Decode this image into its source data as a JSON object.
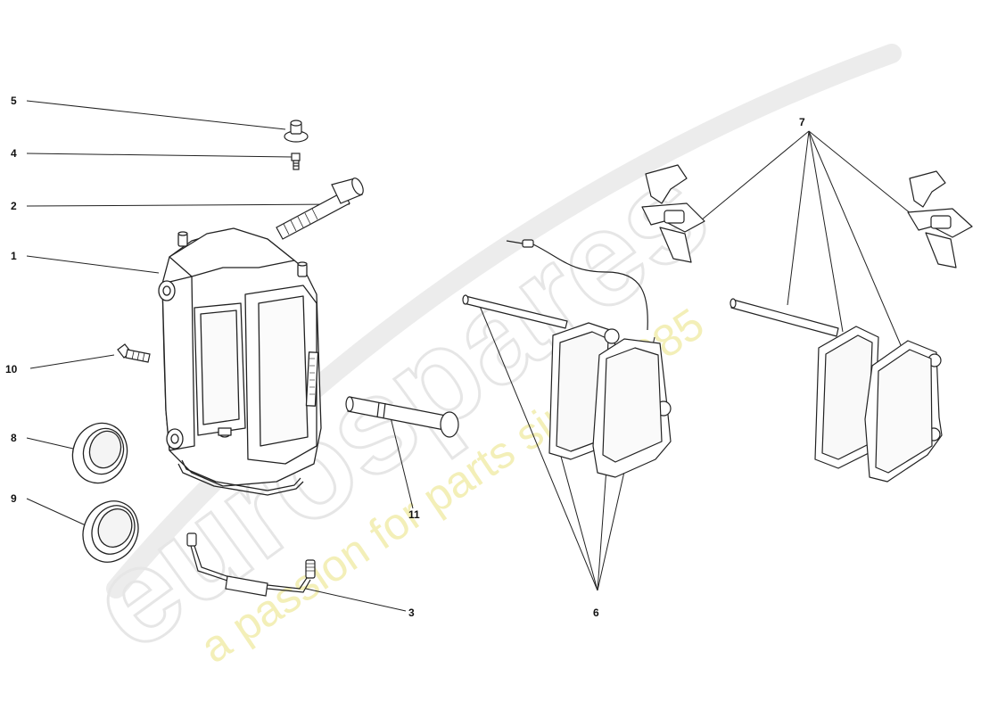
{
  "watermark": {
    "brand": "eurospares",
    "tagline": "a passion for parts since 1985",
    "brand_color": "#e6e6e6",
    "tagline_color": "#f3efb8"
  },
  "callouts": [
    {
      "id": "c1",
      "label": "1"
    },
    {
      "id": "c2",
      "label": "2"
    },
    {
      "id": "c3",
      "label": "3"
    },
    {
      "id": "c4",
      "label": "4"
    },
    {
      "id": "c5",
      "label": "5"
    },
    {
      "id": "c6",
      "label": "6"
    },
    {
      "id": "c7",
      "label": "7"
    },
    {
      "id": "c8",
      "label": "8"
    },
    {
      "id": "c9",
      "label": "9"
    },
    {
      "id": "c10",
      "label": "10"
    },
    {
      "id": "c11",
      "label": "11"
    }
  ]
}
